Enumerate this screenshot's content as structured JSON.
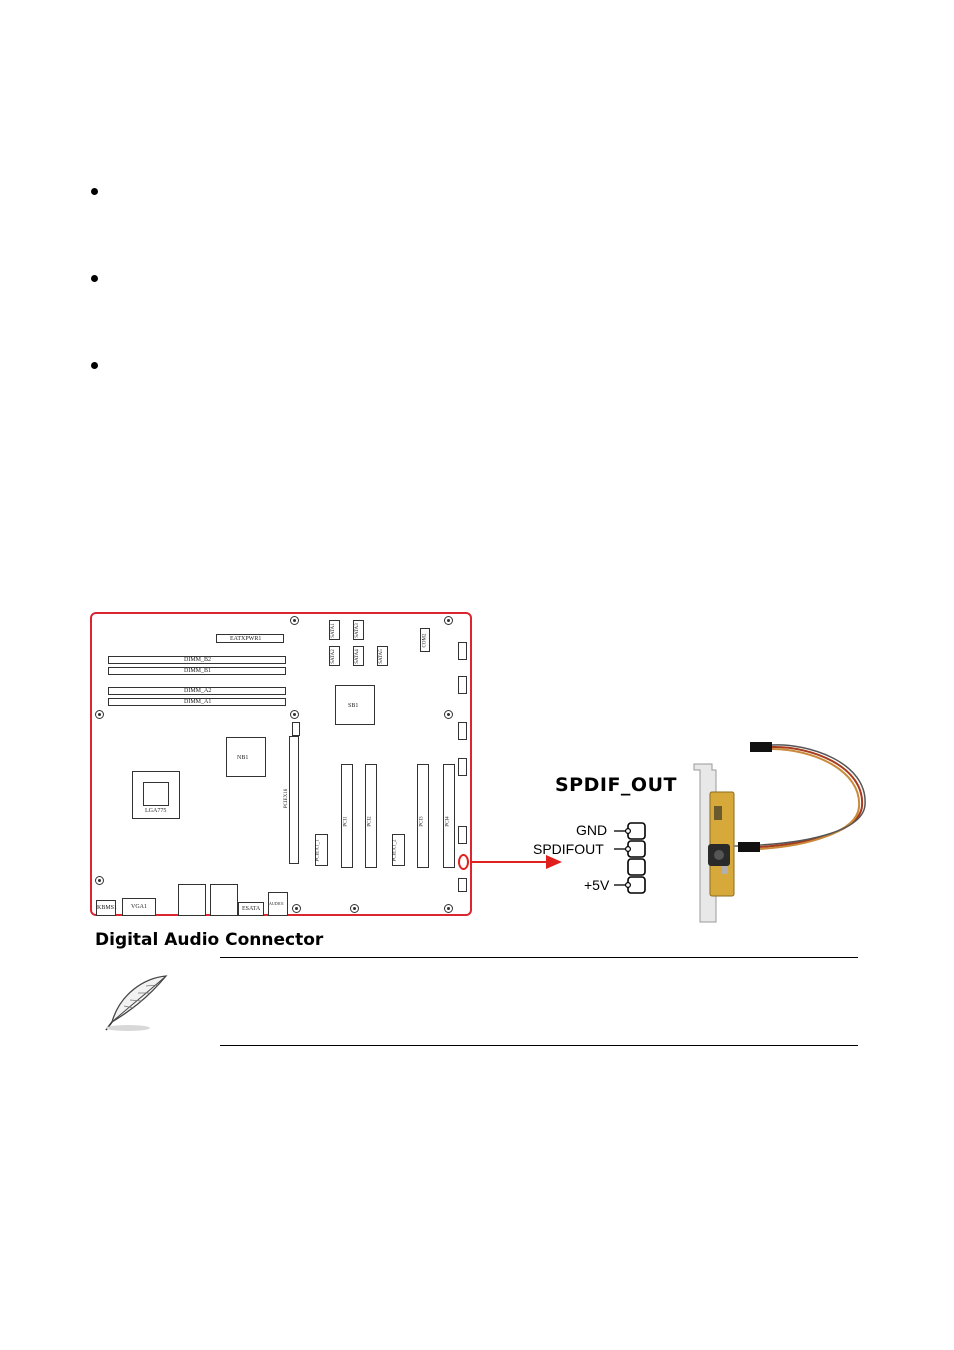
{
  "board_labels": {
    "eatx": "EATXPWR1",
    "dimm_b2": "DIMM_B2",
    "dimm_b1": "DIMM_B1",
    "dimm_a2": "DIMM_A2",
    "dimm_a1": "DIMM_A1",
    "nb": "NB1",
    "sb": "SB1",
    "cpu": "LGA775",
    "pcie16": "PCIEX16",
    "pcie1a": "PCIEX1_1",
    "pci1": "PCI1",
    "pci2": "PCI2",
    "pcie1b": "PCIEX1_2",
    "pci3": "PCI3",
    "pci4": "PCI4",
    "sata1": "SATA1",
    "sata2": "SATA2",
    "sata3": "SATA3",
    "sata4": "SATA4",
    "sata5": "SATA5",
    "com": "COM2",
    "kbms": "KBMS1",
    "vga": "VGA1",
    "esata": "ESATA",
    "audio": "AUDIO1"
  },
  "diagram": {
    "title": "SPDIF_OUT",
    "pins": [
      "GND",
      "SPDIFOUT",
      "+5V"
    ]
  },
  "caption": "Digital Audio Connector",
  "icons": {
    "note": "feather-quill-icon",
    "arrow": "red-arrow-icon"
  },
  "colors": {
    "board_outline": "#d9262f",
    "arrow": "#e0201c",
    "bracket_pcb": "#d6a93a"
  }
}
